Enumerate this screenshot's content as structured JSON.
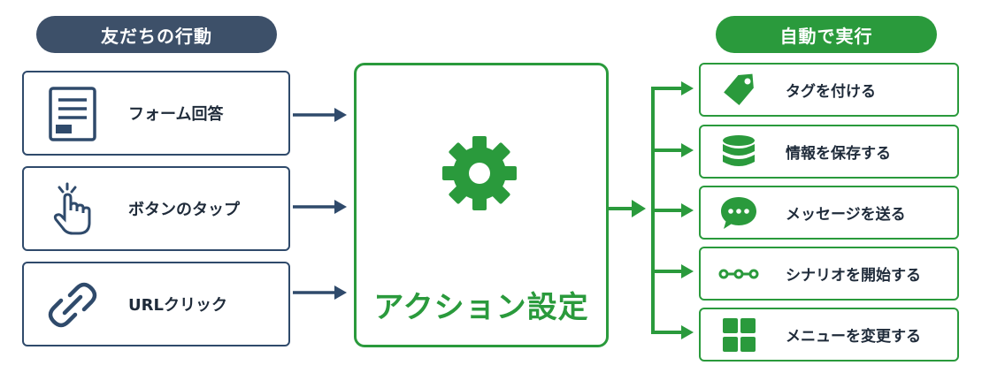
{
  "headers": {
    "left": "友だちの行動",
    "right": "自動で実行"
  },
  "triggers": [
    {
      "label": "フォーム回答",
      "icon": "form-document-icon"
    },
    {
      "label": "ボタンのタップ",
      "icon": "tap-hand-icon"
    },
    {
      "label": "URLクリック",
      "icon": "link-chain-icon"
    }
  ],
  "center": {
    "label": "アクション設定",
    "icon": "gear-icon"
  },
  "actions": [
    {
      "label": "タグを付ける",
      "icon": "tag-icon"
    },
    {
      "label": "情報を保存する",
      "icon": "database-icon"
    },
    {
      "label": "メッセージを送る",
      "icon": "chat-bubble-icon"
    },
    {
      "label": "シナリオを開始する",
      "icon": "scenario-nodes-icon"
    },
    {
      "label": "メニューを変更する",
      "icon": "menu-grid-icon"
    }
  ],
  "colors": {
    "navy": "#2f4a6b",
    "header_navy": "#3d5069",
    "green": "#2a9a3c"
  }
}
